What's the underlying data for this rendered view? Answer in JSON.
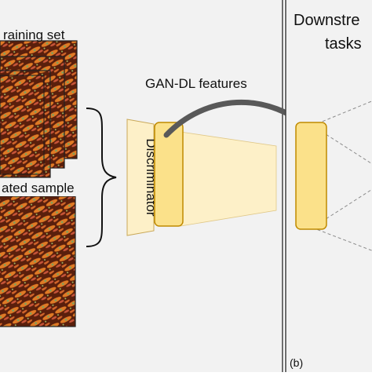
{
  "panel_left": {
    "training_set_label": "raining set",
    "generated_sample_label": "ated sample",
    "discriminator_label": "Discriminator",
    "features_label": "GAN-DL features"
  },
  "panel_right": {
    "downstream_title_line1": "Downstre",
    "downstream_title_line2": "tasks",
    "panel_tag": "(b)"
  },
  "colors": {
    "panel_background": "#f2f2f2",
    "panel_border": "#404040",
    "feature_bar_fill": "#fbe18a",
    "feature_bar_stroke": "#c08a00",
    "discriminator_fill": "#fdf0c8",
    "arrow": "#595959",
    "cell_dark": "#5a1f0c",
    "cell_orange": "#e07a25",
    "cell_green": "#7fa05a"
  },
  "icons": [
    "micrograph-stack-icon",
    "curly-brace-icon",
    "curved-arrow-icon"
  ]
}
